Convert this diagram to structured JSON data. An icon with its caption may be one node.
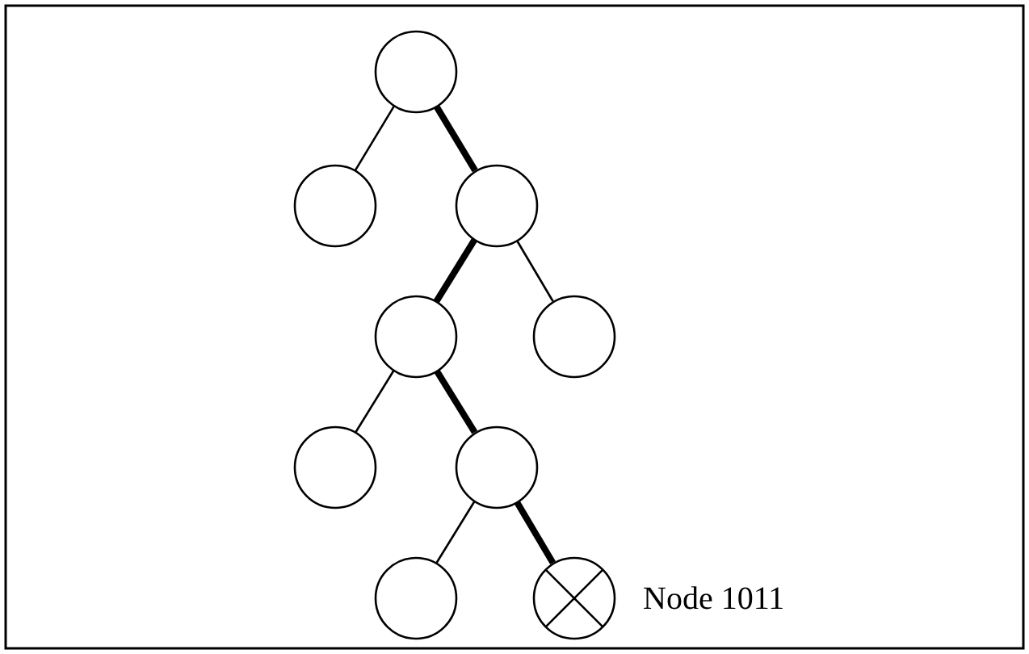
{
  "diagram": {
    "nodes": [
      {
        "text": [],
        "shape": "circle"
      },
      {
        "text": [],
        "shape": "circle"
      },
      {
        "text": [],
        "shape": "circle"
      },
      {
        "text": [],
        "shape": "circle"
      },
      {
        "text": [],
        "shape": "circle"
      },
      {
        "text": [],
        "shape": "circle"
      },
      {
        "text": [],
        "shape": "circle"
      },
      {
        "text": [],
        "shape": "circle"
      },
      {
        "text": [],
        "shape": "circle",
        "beside": [
          "Node 1011"
        ]
      }
    ],
    "edges": [
      {
        "from": 0,
        "to": 1,
        "arrow": "none"
      },
      {
        "from": 0,
        "to": 2,
        "arrow": "none",
        "style": "thick"
      },
      {
        "from": 2,
        "to": 3,
        "arrow": "none",
        "style": "thick"
      },
      {
        "from": 2,
        "to": 4,
        "arrow": "none"
      },
      {
        "from": 3,
        "to": 5,
        "arrow": "none"
      },
      {
        "from": 3,
        "to": 6,
        "arrow": "none",
        "style": "thick"
      },
      {
        "from": 6,
        "to": 7,
        "arrow": "none"
      },
      {
        "from": 6,
        "to": 8,
        "arrow": "none",
        "style": "thick"
      }
    ]
  }
}
